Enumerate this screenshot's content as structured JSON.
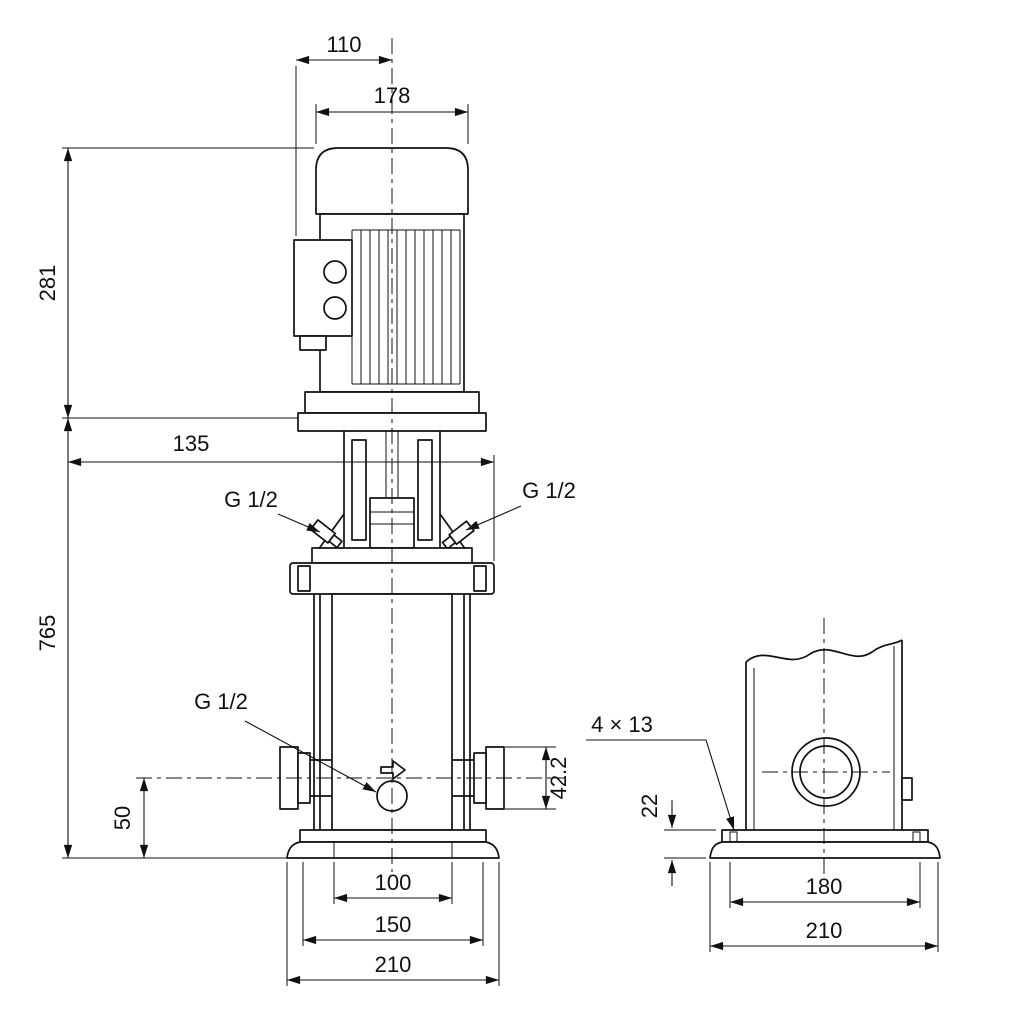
{
  "colors": {
    "line": "#111111",
    "background": "#ffffff"
  },
  "labels": {
    "dim_110": "110",
    "dim_178": "178",
    "dim_281": "281",
    "dim_135": "135",
    "dim_765": "765",
    "port_vent_left": "G 1/2",
    "port_vent_right": "G 1/2",
    "port_drain": "G 1/2",
    "dim_50": "50",
    "dim_42_2": "42.2",
    "dim_100": "100",
    "dim_150": "150",
    "dim_210_front": "210",
    "bolt_holes": "4 × 13",
    "dim_22": "22",
    "dim_180": "180",
    "dim_210_side": "210"
  }
}
